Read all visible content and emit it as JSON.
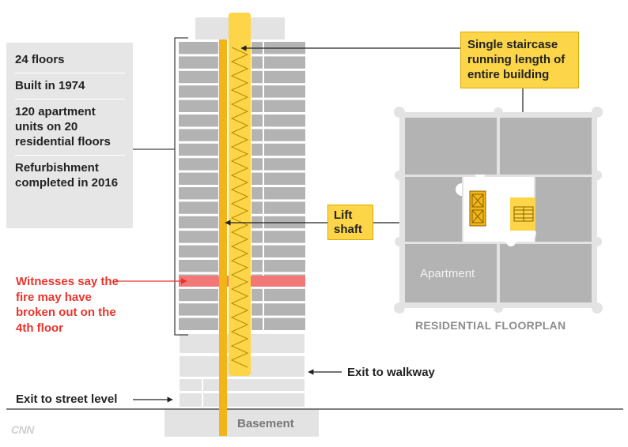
{
  "facts": [
    "24 floors",
    "Built in 1974",
    "120 apartment units on 20 residential floors",
    "Refurbishment completed in 2016"
  ],
  "witness_note": "Witnesses say the fire may have broken out on the 4th floor",
  "callouts": {
    "staircase": "Single staircase running length of entire building",
    "lift": "Lift shaft"
  },
  "exits": {
    "walkway": "Exit to walkway",
    "street": "Exit to street level"
  },
  "basement": "Basement",
  "floorplan": {
    "title": "RESIDENTIAL FLOORPLAN",
    "apartment_label": "Apartment"
  },
  "logo": "CNN",
  "colors": {
    "fire": "#e8352c",
    "fire_floor": "#f27878",
    "stair_yellow": "#fcd548",
    "lift_yellow": "#f2b519",
    "floor_grey": "#b3b3b3",
    "light_grey": "#e6e6e6"
  }
}
